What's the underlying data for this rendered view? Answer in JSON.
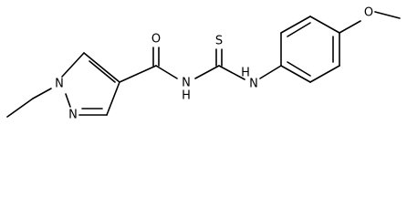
{
  "structure": {
    "atoms": {
      "o_carbonyl": "O",
      "s_thione": "S",
      "o_methoxy": "O",
      "n_amide": "N",
      "h_amide": "H",
      "n_thioamide": "N",
      "h_thioamide": "H",
      "n_pyrazole_1": "N",
      "n_pyrazole_2": "N"
    }
  }
}
